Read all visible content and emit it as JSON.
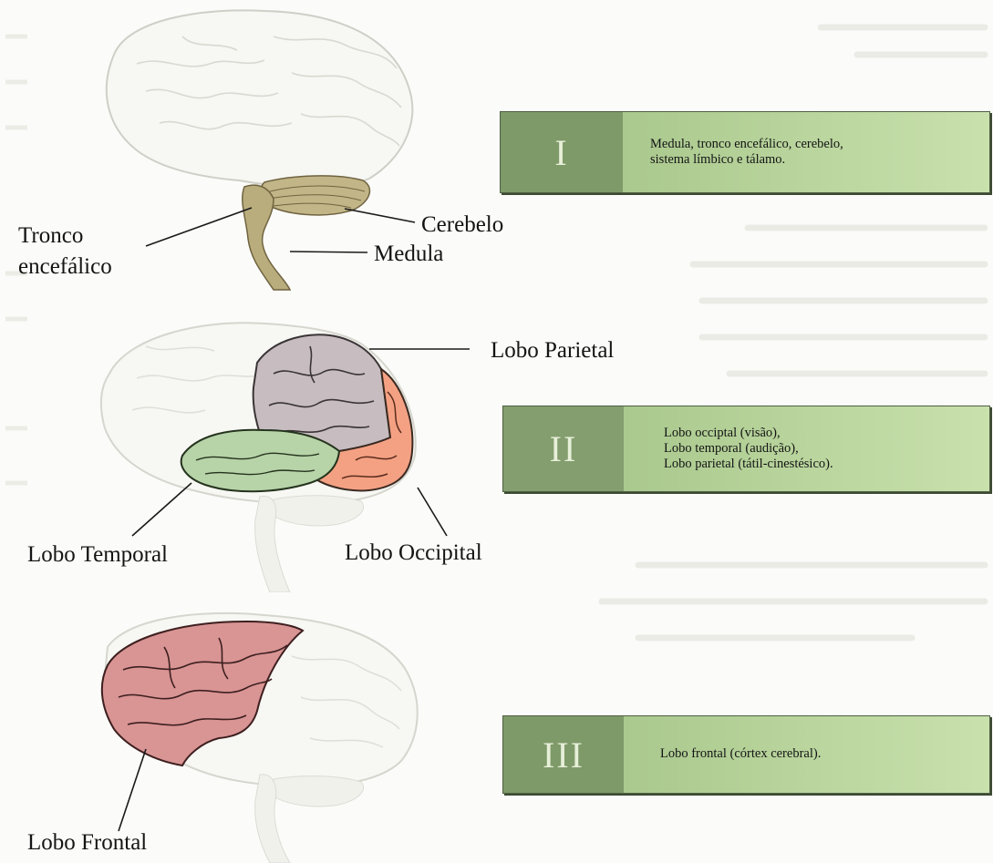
{
  "colors": {
    "panel_dark": "#7f9a69",
    "panel_light": "#c2dca5",
    "brainstem": "#b9ad7e",
    "cerebellum": "#c2b688",
    "parietal": "#c7bdc0",
    "occipital": "#f4a183",
    "temporal": "#b7d3a8",
    "frontal": "#d99494"
  },
  "panels": [
    {
      "numeral": "I",
      "lines": [
        "Medula, tronco encefálico, cerebelo,",
        "sistema límbico e tálamo."
      ],
      "labels": {
        "brainstem": "Tronco",
        "brainstem_2": "encefálico",
        "cerebellum": "Cerebelo",
        "spinal_cord": "Medula"
      }
    },
    {
      "numeral": "II",
      "lines": [
        "Lobo occiptal (visão),",
        "Lobo temporal (audição),",
        "Lobo parietal (tátil-cinestésico)."
      ],
      "labels": {
        "parietal": "Lobo Parietal",
        "temporal": "Lobo Temporal",
        "occipital": "Lobo Occipital"
      }
    },
    {
      "numeral": "III",
      "lines": [
        "Lobo frontal (córtex cerebral)."
      ],
      "labels": {
        "frontal": "Lobo Frontal"
      }
    }
  ]
}
